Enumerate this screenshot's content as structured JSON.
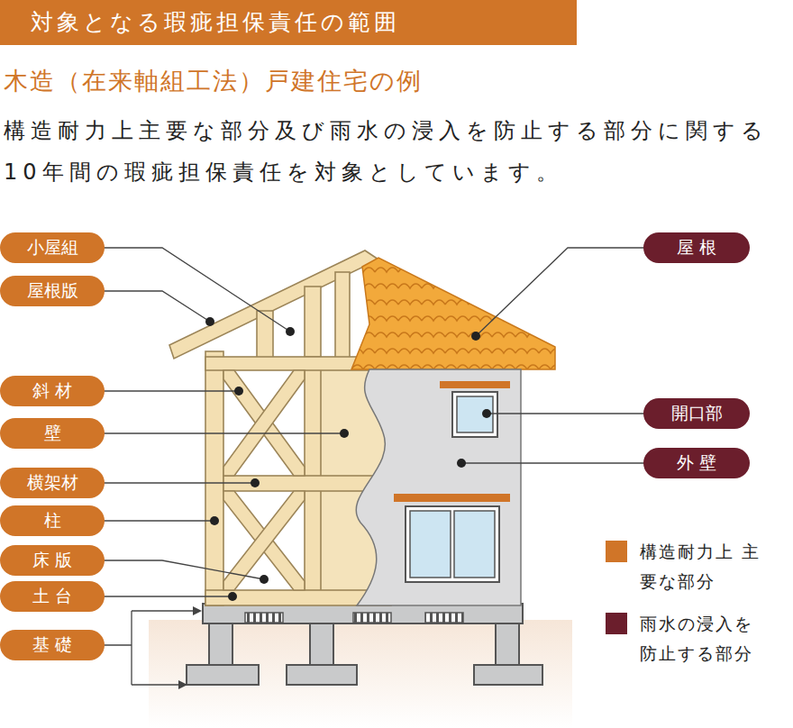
{
  "diagram": {
    "title": "対象となる瑕疵担保責任の範囲",
    "nodes": [
      {
        "text": [
          "小屋組"
        ]
      },
      {
        "text": [
          "屋根版"
        ]
      },
      {
        "text": [
          "斜 材"
        ]
      },
      {
        "text": [
          "壁"
        ]
      },
      {
        "text": [
          "横架材"
        ]
      },
      {
        "text": [
          "柱"
        ]
      },
      {
        "text": [
          "床 版"
        ]
      },
      {
        "text": [
          "土 台"
        ]
      },
      {
        "text": [
          "基 礎"
        ]
      },
      {
        "text": [
          "屋 根"
        ]
      },
      {
        "text": [
          "開口部"
        ]
      },
      {
        "text": [
          "外 壁"
        ]
      }
    ],
    "labels": [
      "木造（在来軸組工法）戸建住宅の例",
      "構造耐力上主要な部分及び雨水の浸入を防止する部分に関する10年間の瑕疵担保責任を対象としています。"
    ],
    "legend": [
      {
        "text": "構造耐力上 主要な部分",
        "color": "#d07528"
      },
      {
        "text": "雨水の浸入を 防止する部分",
        "color": "#6b1e2c"
      }
    ]
  }
}
